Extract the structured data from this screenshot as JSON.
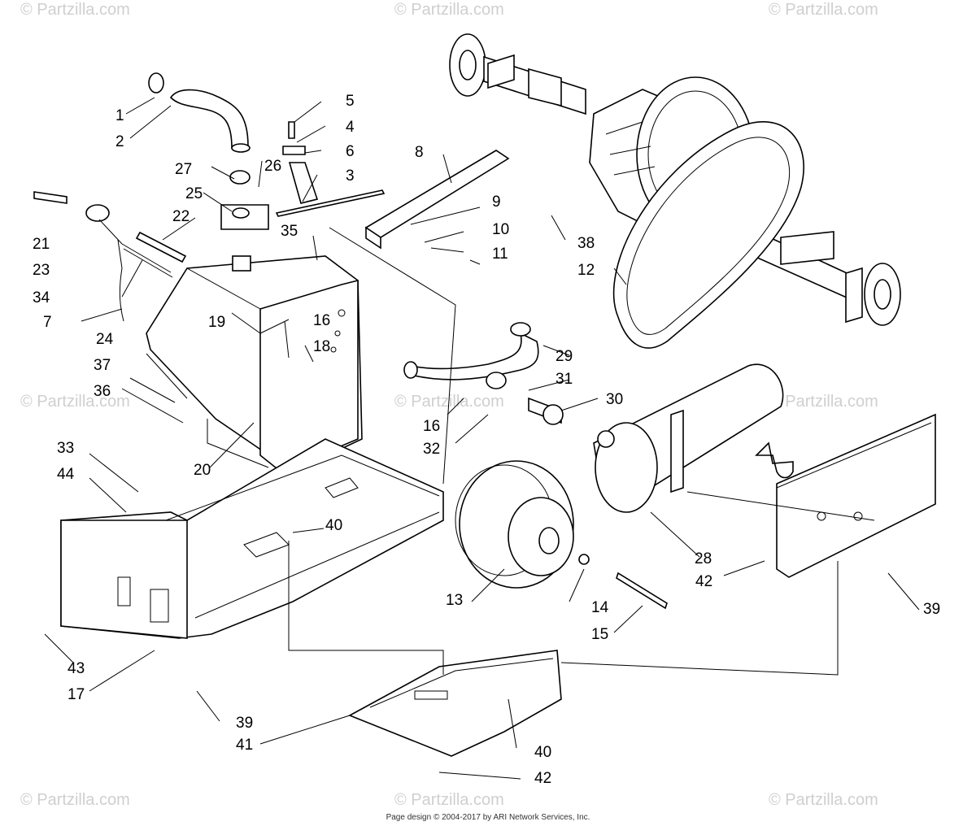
{
  "watermark": "© Partzilla.com",
  "footer": "Page design © 2004-2017 by ARI Network Services, Inc.",
  "callouts": [
    "1",
    "2",
    "3",
    "4",
    "5",
    "6",
    "7",
    "8",
    "9",
    "10",
    "11",
    "12",
    "13",
    "14",
    "15",
    "16",
    "16",
    "17",
    "18",
    "19",
    "20",
    "21",
    "22",
    "23",
    "24",
    "25",
    "26",
    "27",
    "28",
    "29",
    "30",
    "31",
    "32",
    "33",
    "34",
    "35",
    "36",
    "37",
    "38",
    "39",
    "39",
    "40",
    "40",
    "41",
    "42",
    "42",
    "43",
    "44"
  ]
}
